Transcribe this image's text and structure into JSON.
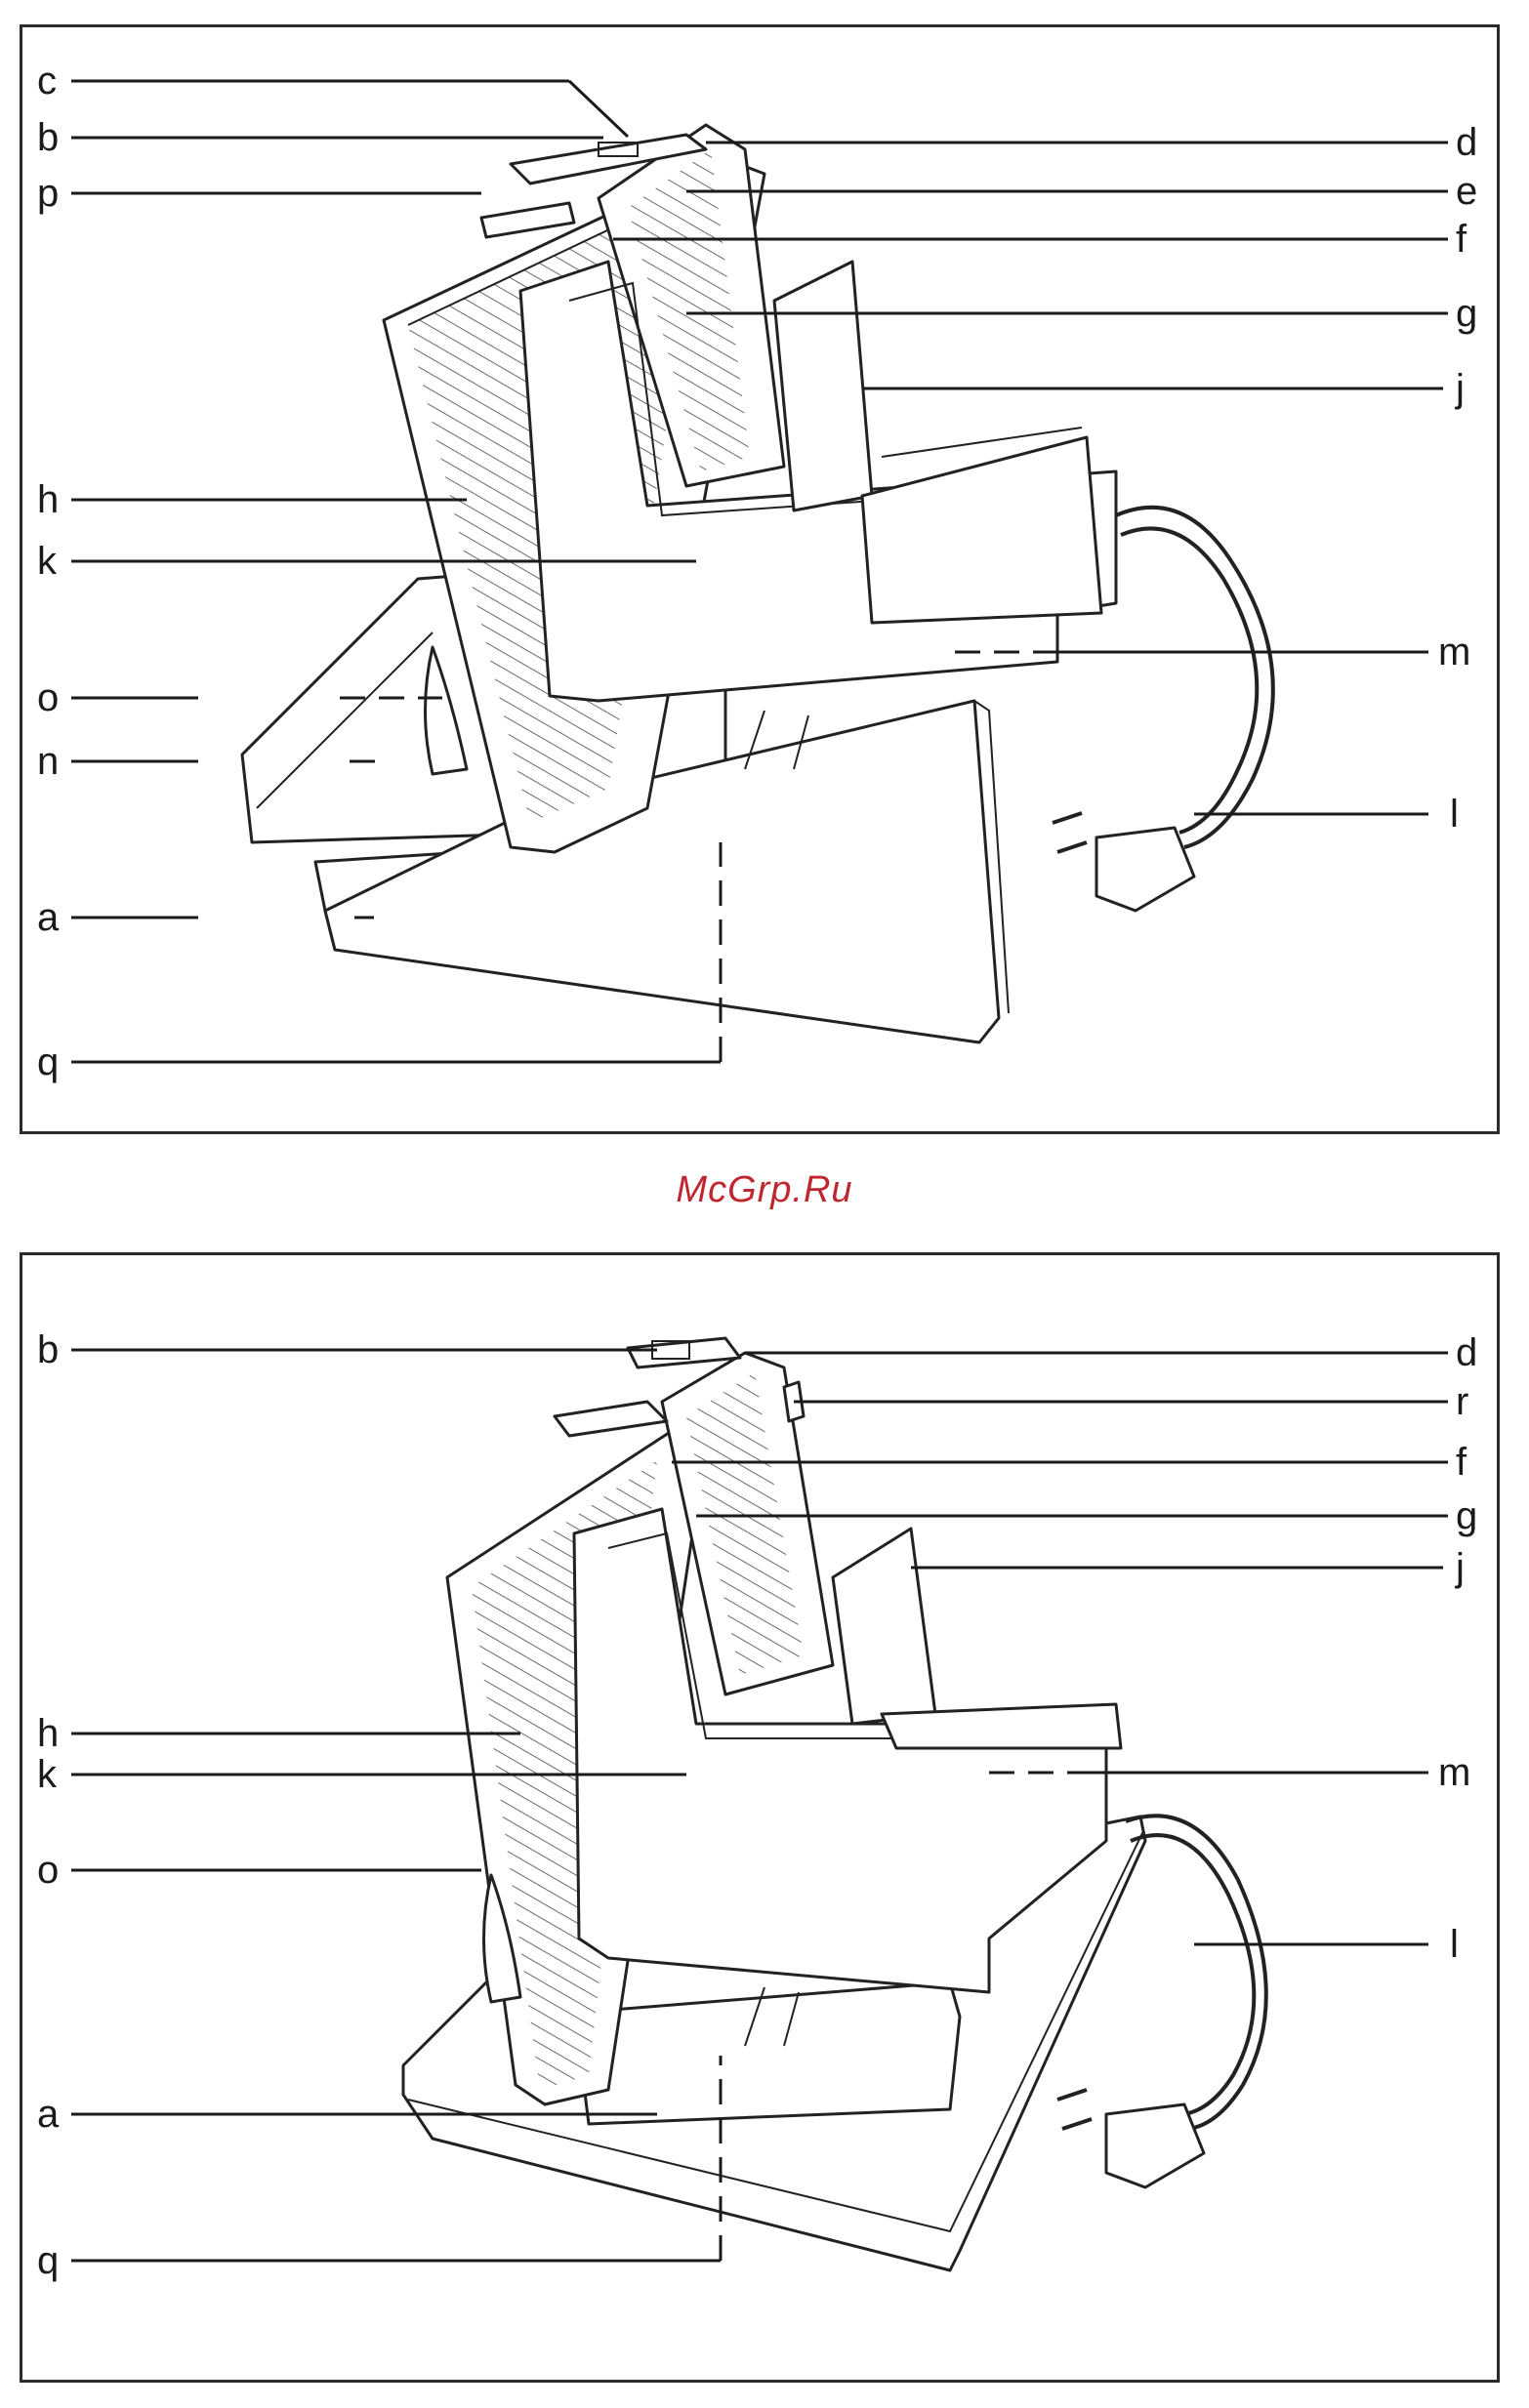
{
  "watermark": "McGrp.Ru",
  "colors": {
    "watermark": "#c0262d",
    "line": "#222222"
  },
  "diagram_1": {
    "labels": {
      "c": "c",
      "b": "b",
      "p": "p",
      "h": "h",
      "k": "k",
      "o": "o",
      "n": "n",
      "a": "a",
      "q": "q",
      "d": "d",
      "e": "e",
      "f": "f",
      "g": "g",
      "j": "j",
      "m": "m",
      "l": "l"
    }
  },
  "diagram_2": {
    "labels": {
      "b": "b",
      "h": "h",
      "k": "k",
      "o": "o",
      "a": "a",
      "q": "q",
      "d": "d",
      "r": "r",
      "f": "f",
      "g": "g",
      "j": "j",
      "m": "m",
      "l": "l"
    }
  }
}
